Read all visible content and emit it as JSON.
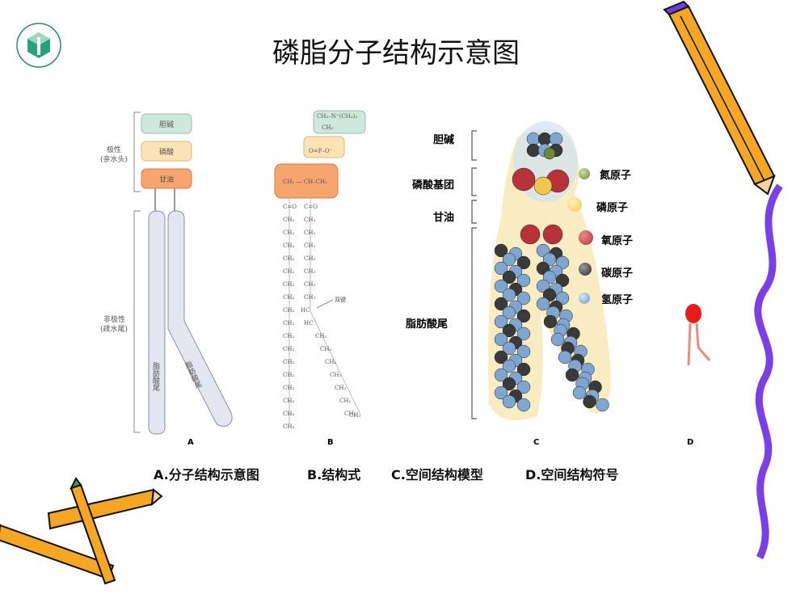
{
  "title": "磷脂分子结构示意图",
  "panel_a": {
    "polar_label": "极性",
    "polar_sub": "(亲水头)",
    "nonpolar_label": "非极性",
    "nonpolar_sub": "(疏水尾)",
    "choline": "胆碱",
    "phosphate": "磷酸",
    "glycerol": "甘油",
    "tail_label": "脂肪酸尾",
    "letter": "A"
  },
  "panel_b": {
    "head_formula": "CH₂–N⁺(CH₃)₃",
    "head_ch2": "CH₂",
    "phosphate_formula": "O=P–O⁻",
    "glycerol_formula": "CH₂ — CH–CH₂",
    "carbonyl": "C=O",
    "ch2": "CH₂",
    "ch3": "CH₃",
    "hc": "HC",
    "double_bond": "双键",
    "letter": "B"
  },
  "panel_c": {
    "choline": "胆碱",
    "phosphate": "磷酸基团",
    "glycerol": "甘油",
    "fatty_tail": "脂肪酸尾",
    "legend": [
      {
        "label": "氮原子",
        "color": "#6a8a3a"
      },
      {
        "label": "磷原子",
        "color": "#f2c84b"
      },
      {
        "label": "氧原子",
        "color": "#b8323a"
      },
      {
        "label": "碳原子",
        "color": "#3a3a3a"
      },
      {
        "label": "氢原子",
        "color": "#7fa6d0"
      }
    ],
    "letter": "C"
  },
  "panel_d": {
    "letter": "D"
  },
  "captions": [
    "A.分子结构示意图",
    "B.结构式",
    "C.空间结构模型",
    "D.空间结构符号"
  ],
  "colors": {
    "choline": "#cfe8dc",
    "phosphate": "#fbe3b5",
    "glycerol": "#f6a56e",
    "tail": "#e3e6ee",
    "ribbon": "#7b3fe6"
  }
}
